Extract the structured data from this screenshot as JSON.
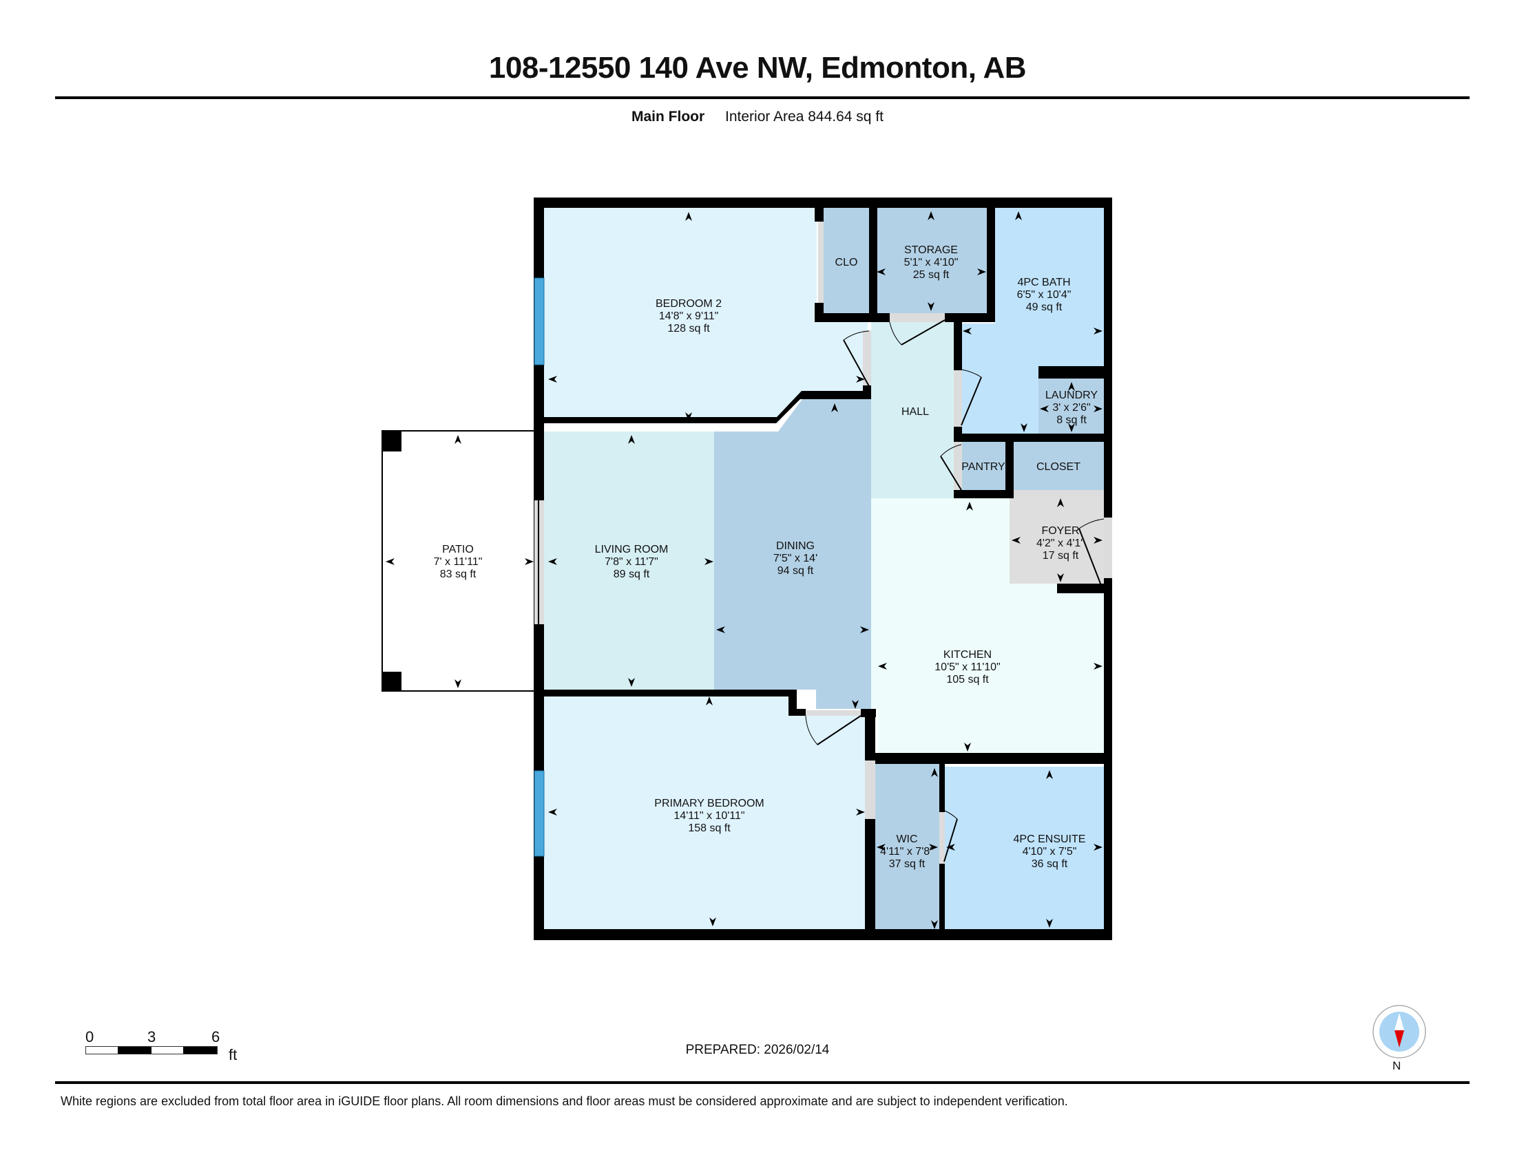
{
  "header": {
    "title": "108-12550 140 Ave NW, Edmonton, AB",
    "floor_name": "Main Floor",
    "interior_area": "Interior Area 844.64 sq ft"
  },
  "colors": {
    "wall": "#000000",
    "bedroom": "#dff3fd",
    "closet": "#b3d1e6",
    "bath": "#bfe3fb",
    "hall": "#d6eff2",
    "living": "#d6eff2",
    "dining": "#b3d1e6",
    "kitchen": "#eefdfc",
    "foyer": "#dedede",
    "door_opening": "#dcdcdc",
    "window": "#4aa8dc",
    "compass_bg": "#a9d4f4",
    "compass_needle": "#e00000"
  },
  "rooms": {
    "bedroom2": {
      "name": "BEDROOM 2",
      "dims": "14'8\" x 9'11\"",
      "area": "128 sq ft"
    },
    "clo": {
      "name": "CLO"
    },
    "storage": {
      "name": "STORAGE",
      "dims": "5'1\" x 4'10\"",
      "area": "25 sq ft"
    },
    "bath4pc": {
      "name": "4PC BATH",
      "dims": "6'5\" x 10'4\"",
      "area": "49 sq ft"
    },
    "laundry": {
      "name": "LAUNDRY",
      "dims": "3' x 2'6\"",
      "area": "8 sq ft"
    },
    "hall": {
      "name": "HALL"
    },
    "pantry": {
      "name": "PANTRY"
    },
    "closet": {
      "name": "CLOSET"
    },
    "foyer": {
      "name": "FOYER",
      "dims": "4'2\" x 4'1\"",
      "area": "17 sq ft"
    },
    "patio": {
      "name": "PATIO",
      "dims": "7' x 11'11\"",
      "area": "83 sq ft"
    },
    "living": {
      "name": "LIVING ROOM",
      "dims": "7'8\" x 11'7\"",
      "area": "89 sq ft"
    },
    "dining": {
      "name": "DINING",
      "dims": "7'5\" x 14'",
      "area": "94 sq ft"
    },
    "kitchen": {
      "name": "KITCHEN",
      "dims": "10'5\" x 11'10\"",
      "area": "105 sq ft"
    },
    "primary": {
      "name": "PRIMARY BEDROOM",
      "dims": "14'11\" x 10'11\"",
      "area": "158 sq ft"
    },
    "wic": {
      "name": "WIC",
      "dims": "4'11\" x 7'8\"",
      "area": "37 sq ft"
    },
    "ensuite": {
      "name": "4PC ENSUITE",
      "dims": "4'10\" x 7'5\"",
      "area": "36 sq ft"
    }
  },
  "scale": {
    "labels": [
      "0",
      "3",
      "6"
    ],
    "unit": "ft"
  },
  "footer": {
    "prepared": "PREPARED: 2026/02/14",
    "compass_label": "N",
    "disclaimer": "White regions are excluded from total floor area in iGUIDE floor plans. All room dimensions and floor areas must be considered approximate and are subject to independent verification."
  }
}
